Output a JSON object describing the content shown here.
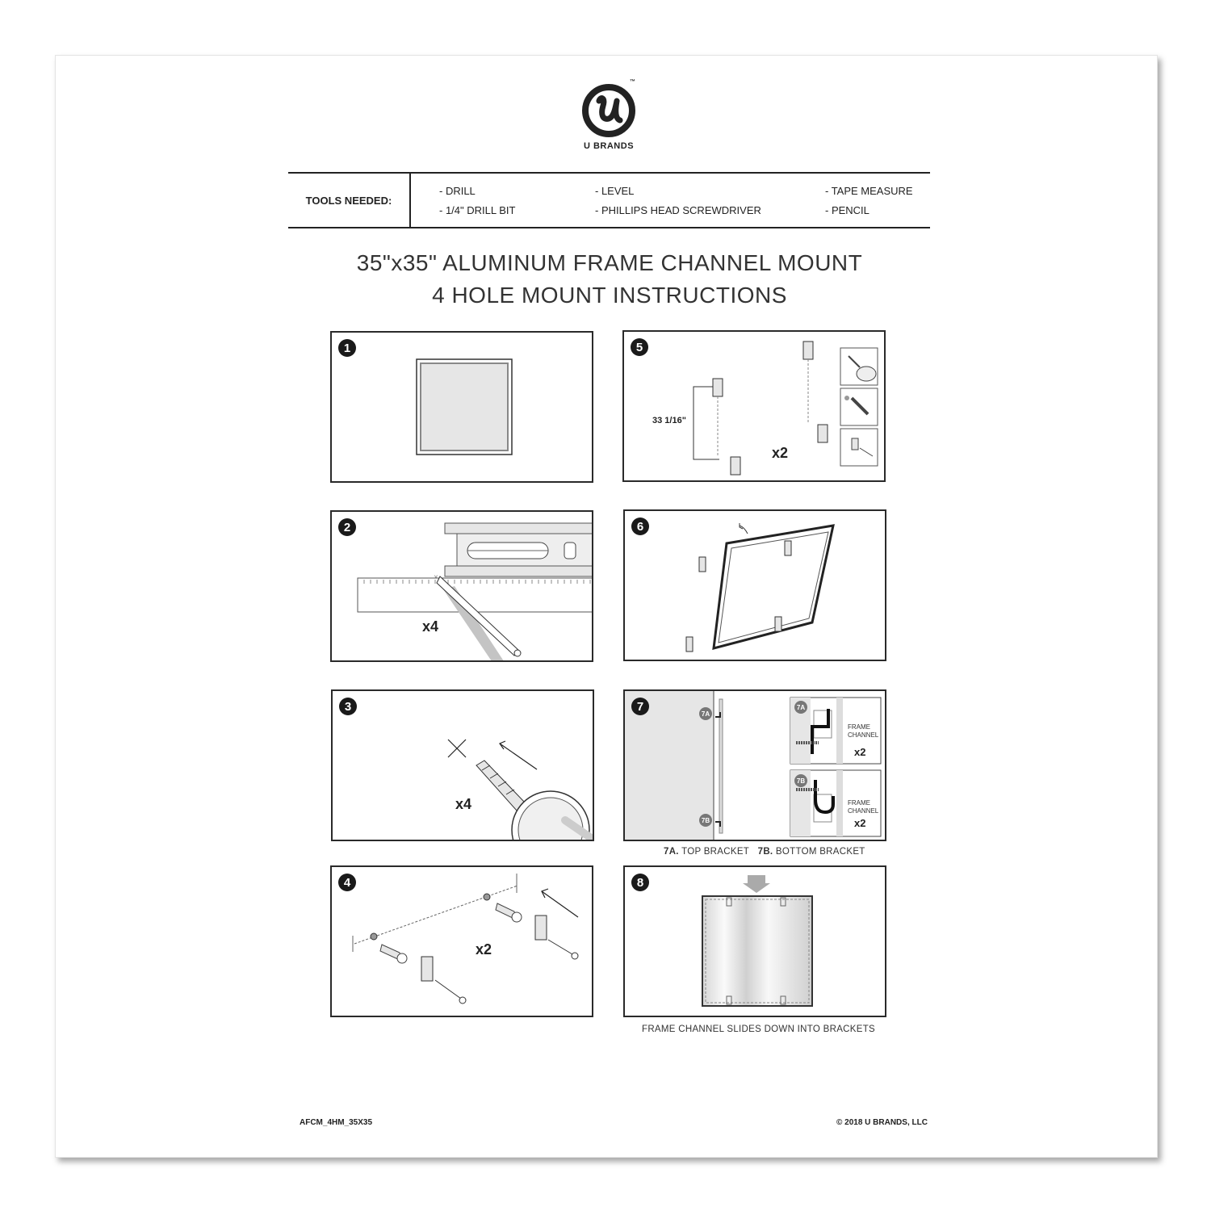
{
  "brand": {
    "name": "U BRANDS",
    "trademark": "™",
    "logo_glyph": "u",
    "logo_icon": "u-brands-logo-icon"
  },
  "tools_needed": {
    "label": "TOOLS NEEDED:",
    "items": [
      "- DRILL",
      "- 1/4\" DRILL BIT",
      "- LEVEL",
      "- PHILLIPS HEAD SCREWDRIVER",
      "- TAPE MEASURE",
      "- PENCIL"
    ]
  },
  "title": {
    "line1": "35\"x35\" ALUMINUM FRAME CHANNEL MOUNT",
    "line2": "4 HOLE MOUNT INSTRUCTIONS"
  },
  "steps": [
    {
      "number": "1",
      "illustration": "frame-on-flat-surface-icon"
    },
    {
      "number": "2",
      "illustration": "level-ruler-pencil-mark-icon",
      "multiplier": "x4"
    },
    {
      "number": "3",
      "illustration": "drill-into-mark-icon",
      "multiplier": "x4"
    },
    {
      "number": "4",
      "illustration": "anchors-brackets-screws-icon",
      "multiplier": "x2"
    },
    {
      "number": "5",
      "illustration": "bracket-spacing-icon",
      "measurement": "33 1/16\"",
      "multiplier": "x2"
    },
    {
      "number": "6",
      "illustration": "tilt-frame-onto-brackets-icon"
    },
    {
      "number": "7",
      "illustration": "bracket-side-view-icon",
      "badges": [
        "7A",
        "7B"
      ],
      "details": [
        {
          "badge": "7A",
          "label_line1": "FRAME",
          "label_line2": "CHANNEL",
          "multiplier": "x2"
        },
        {
          "badge": "7B",
          "label_line1": "FRAME",
          "label_line2": "CHANNEL",
          "multiplier": "x2"
        }
      ],
      "caption": {
        "a_key": "7A.",
        "a_text": " TOP BRACKET",
        "b_key": "7B.",
        "b_text": " BOTTOM BRACKET"
      }
    },
    {
      "number": "8",
      "illustration": "frame-slides-down-icon",
      "caption": "FRAME CHANNEL SLIDES DOWN INTO BRACKETS"
    }
  ],
  "footer": {
    "code": "AFCM_4HM_35X35",
    "copyright": "© 2018 U BRANDS, LLC"
  },
  "colors": {
    "ink": "#222222",
    "gray_fill": "#e6e6e6",
    "mid_gray": "#aaaaaa",
    "badge_gray": "#777777"
  }
}
